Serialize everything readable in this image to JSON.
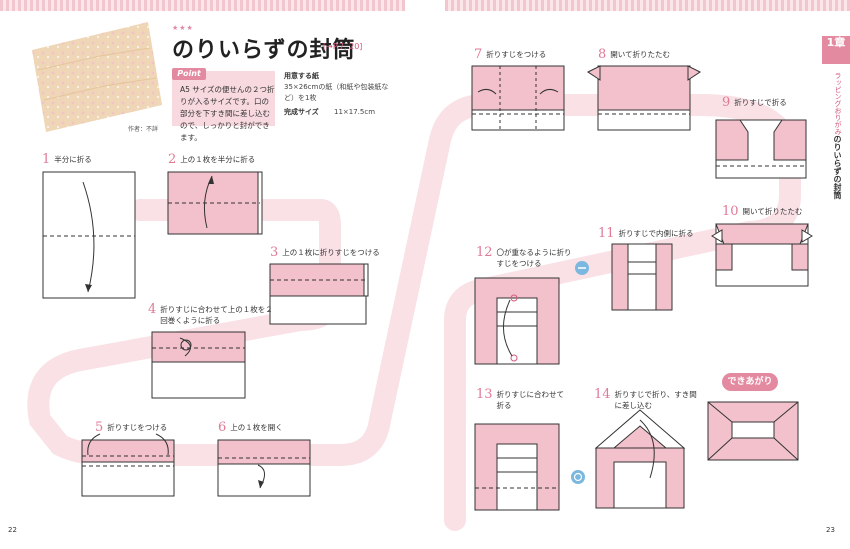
{
  "title": "のりいらずの封筒",
  "title_ref": "[→P.7, 20]",
  "stars": "★★★",
  "point_label": "Point",
  "point_text": "A5 サイズの便せんの２つ折りが入るサイズです。口の部分を下すき間に差し込むので、しっかりと封ができます。",
  "materials_label": "用意する紙",
  "materials_value": "35×26cmの紙（和紙や包装紙など）を1枚",
  "size_label": "完成サイズ",
  "size_value": "11×17.5cm",
  "credit": "作者：不詳",
  "steps": [
    {
      "num": "1",
      "text": "半分に折る"
    },
    {
      "num": "2",
      "text": "上の１枚を半分に折る"
    },
    {
      "num": "3",
      "text": "上の１枚に折りすじをつける"
    },
    {
      "num": "4",
      "text": "折りすじに合わせて上の１枚を２回巻くように折る"
    },
    {
      "num": "5",
      "text": "折りすじをつける"
    },
    {
      "num": "6",
      "text": "上の１枚を開く"
    },
    {
      "num": "7",
      "text": "折りすじをつける"
    },
    {
      "num": "8",
      "text": "開いて折りたたむ"
    },
    {
      "num": "9",
      "text": "折りすじで折る"
    },
    {
      "num": "10",
      "text": "開いて折りたたむ"
    },
    {
      "num": "11",
      "text": "折りすじで内側に折る"
    },
    {
      "num": "12",
      "text": "〇が重なるように折りすじをつける"
    },
    {
      "num": "13",
      "text": "折りすじに合わせて折る"
    },
    {
      "num": "14",
      "text": "折りすじで折り、すき間に差し込む"
    }
  ],
  "done_label": "できあがり",
  "side_tab": "1章",
  "side_subtitle": "ラッピングおりがみ",
  "side_title": "のりいらずの封筒",
  "page_left": "22",
  "page_right": "23",
  "colors": {
    "pink": "#f2c1cc",
    "pink_dark": "#e07a95",
    "path": "#f9e1e6"
  }
}
